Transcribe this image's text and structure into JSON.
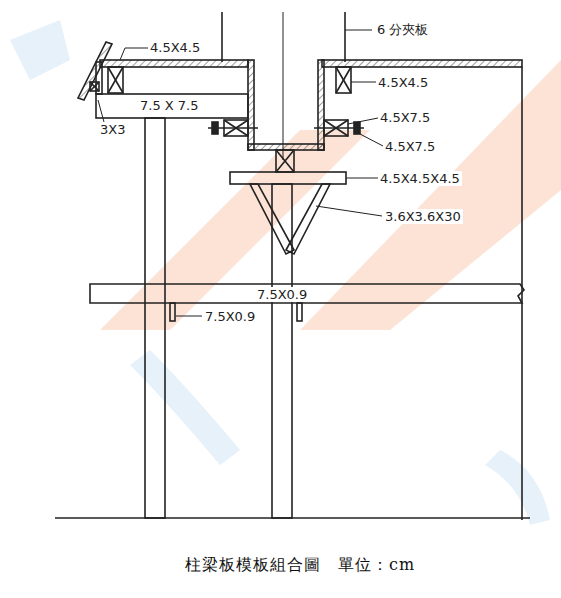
{
  "diagram": {
    "caption": "柱梁板模板組合圖　單位：cm",
    "labels": [
      "6 分夾板",
      "4.5X4.5",
      "7.5 X 7.5",
      "3X3",
      "4.5X4.5",
      "4.5X7.5",
      "4.5X7.5",
      "4.5X4.5X4.5",
      "3.6X3.6X30",
      "7.5X0.9",
      "7.5X0.9"
    ]
  }
}
